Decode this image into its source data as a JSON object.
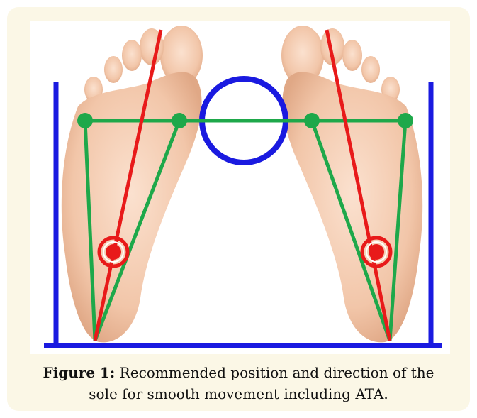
{
  "figure": {
    "caption_label": "Figure 1:",
    "caption_text": " Recommended position and direction of the sole for smooth movement including ATA.",
    "colors": {
      "panel_background": "#fbf7e6",
      "frame_line": "#1a1ae0",
      "center_circle": "#1a1ae0",
      "triangle_lines": "#1ea84a",
      "axis_line": "#e81a1a",
      "marker": "#e81a1a",
      "skin": "#f1c6a8"
    },
    "icons": {
      "left_foot": "left-foot-sole-image",
      "right_foot": "right-foot-sole-image",
      "marker": "target-marker-icon"
    }
  }
}
